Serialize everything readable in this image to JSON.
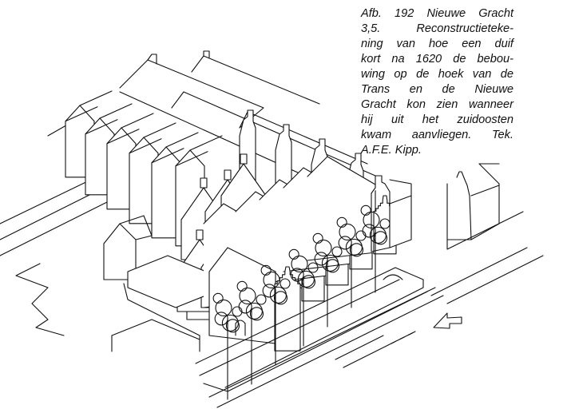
{
  "caption": {
    "lines": [
      "Afb. 192  Nieuwe Gracht",
      "3,5.   Reconstructieteke-",
      "ning van hoe een duif",
      "kort na 1620 de bebou-",
      "wing op de hoek van de",
      "Trans en de Nieuwe",
      "Gracht kon zien wanneer",
      "hij uit het zuidoosten",
      "kwam aanvliegen. Tek.",
      "A.F.E. Kipp."
    ]
  },
  "illustration": {
    "north_arrow_icon": "arrow-icon"
  }
}
